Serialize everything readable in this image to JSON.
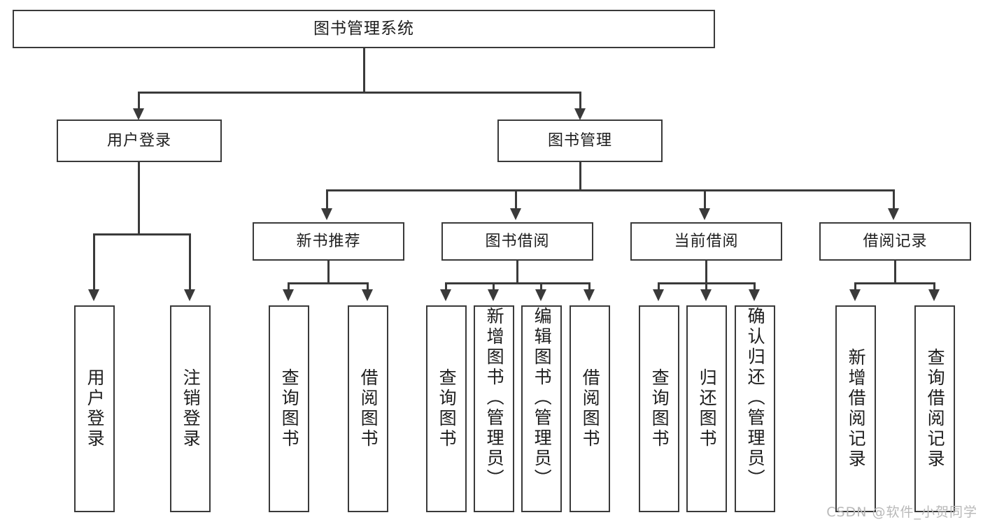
{
  "diagram": {
    "type": "tree",
    "title": "图书管理系统",
    "root": {
      "label": "图书管理系统"
    },
    "level2": [
      {
        "label": "用户登录"
      },
      {
        "label": "图书管理"
      }
    ],
    "level3": [
      {
        "label": "新书推荐"
      },
      {
        "label": "图书借阅"
      },
      {
        "label": "当前借阅"
      },
      {
        "label": "借阅记录"
      }
    ],
    "leaves": {
      "user_login": [
        {
          "label": "用户登录"
        },
        {
          "label": "注销登录"
        }
      ],
      "new_book_recommend": [
        {
          "label": "查询图书"
        },
        {
          "label": "借阅图书"
        }
      ],
      "book_borrow": [
        {
          "label": "查询图书"
        },
        {
          "label": "新增图书（管理员）"
        },
        {
          "label": "编辑图书（管理员）"
        },
        {
          "label": "借阅图书"
        }
      ],
      "current_borrow": [
        {
          "label": "查询图书"
        },
        {
          "label": "归还图书"
        },
        {
          "label": "确认归还（管理员）"
        }
      ],
      "borrow_record": [
        {
          "label": "新增借阅记录"
        },
        {
          "label": "查询借阅记录"
        }
      ]
    }
  },
  "watermark": {
    "text": "CSDN @软件_小贺同学"
  },
  "colors": {
    "stroke": "#3a3a3a",
    "background": "#ffffff",
    "text": "#1d1d1d",
    "watermark": "#b9b9b9"
  }
}
